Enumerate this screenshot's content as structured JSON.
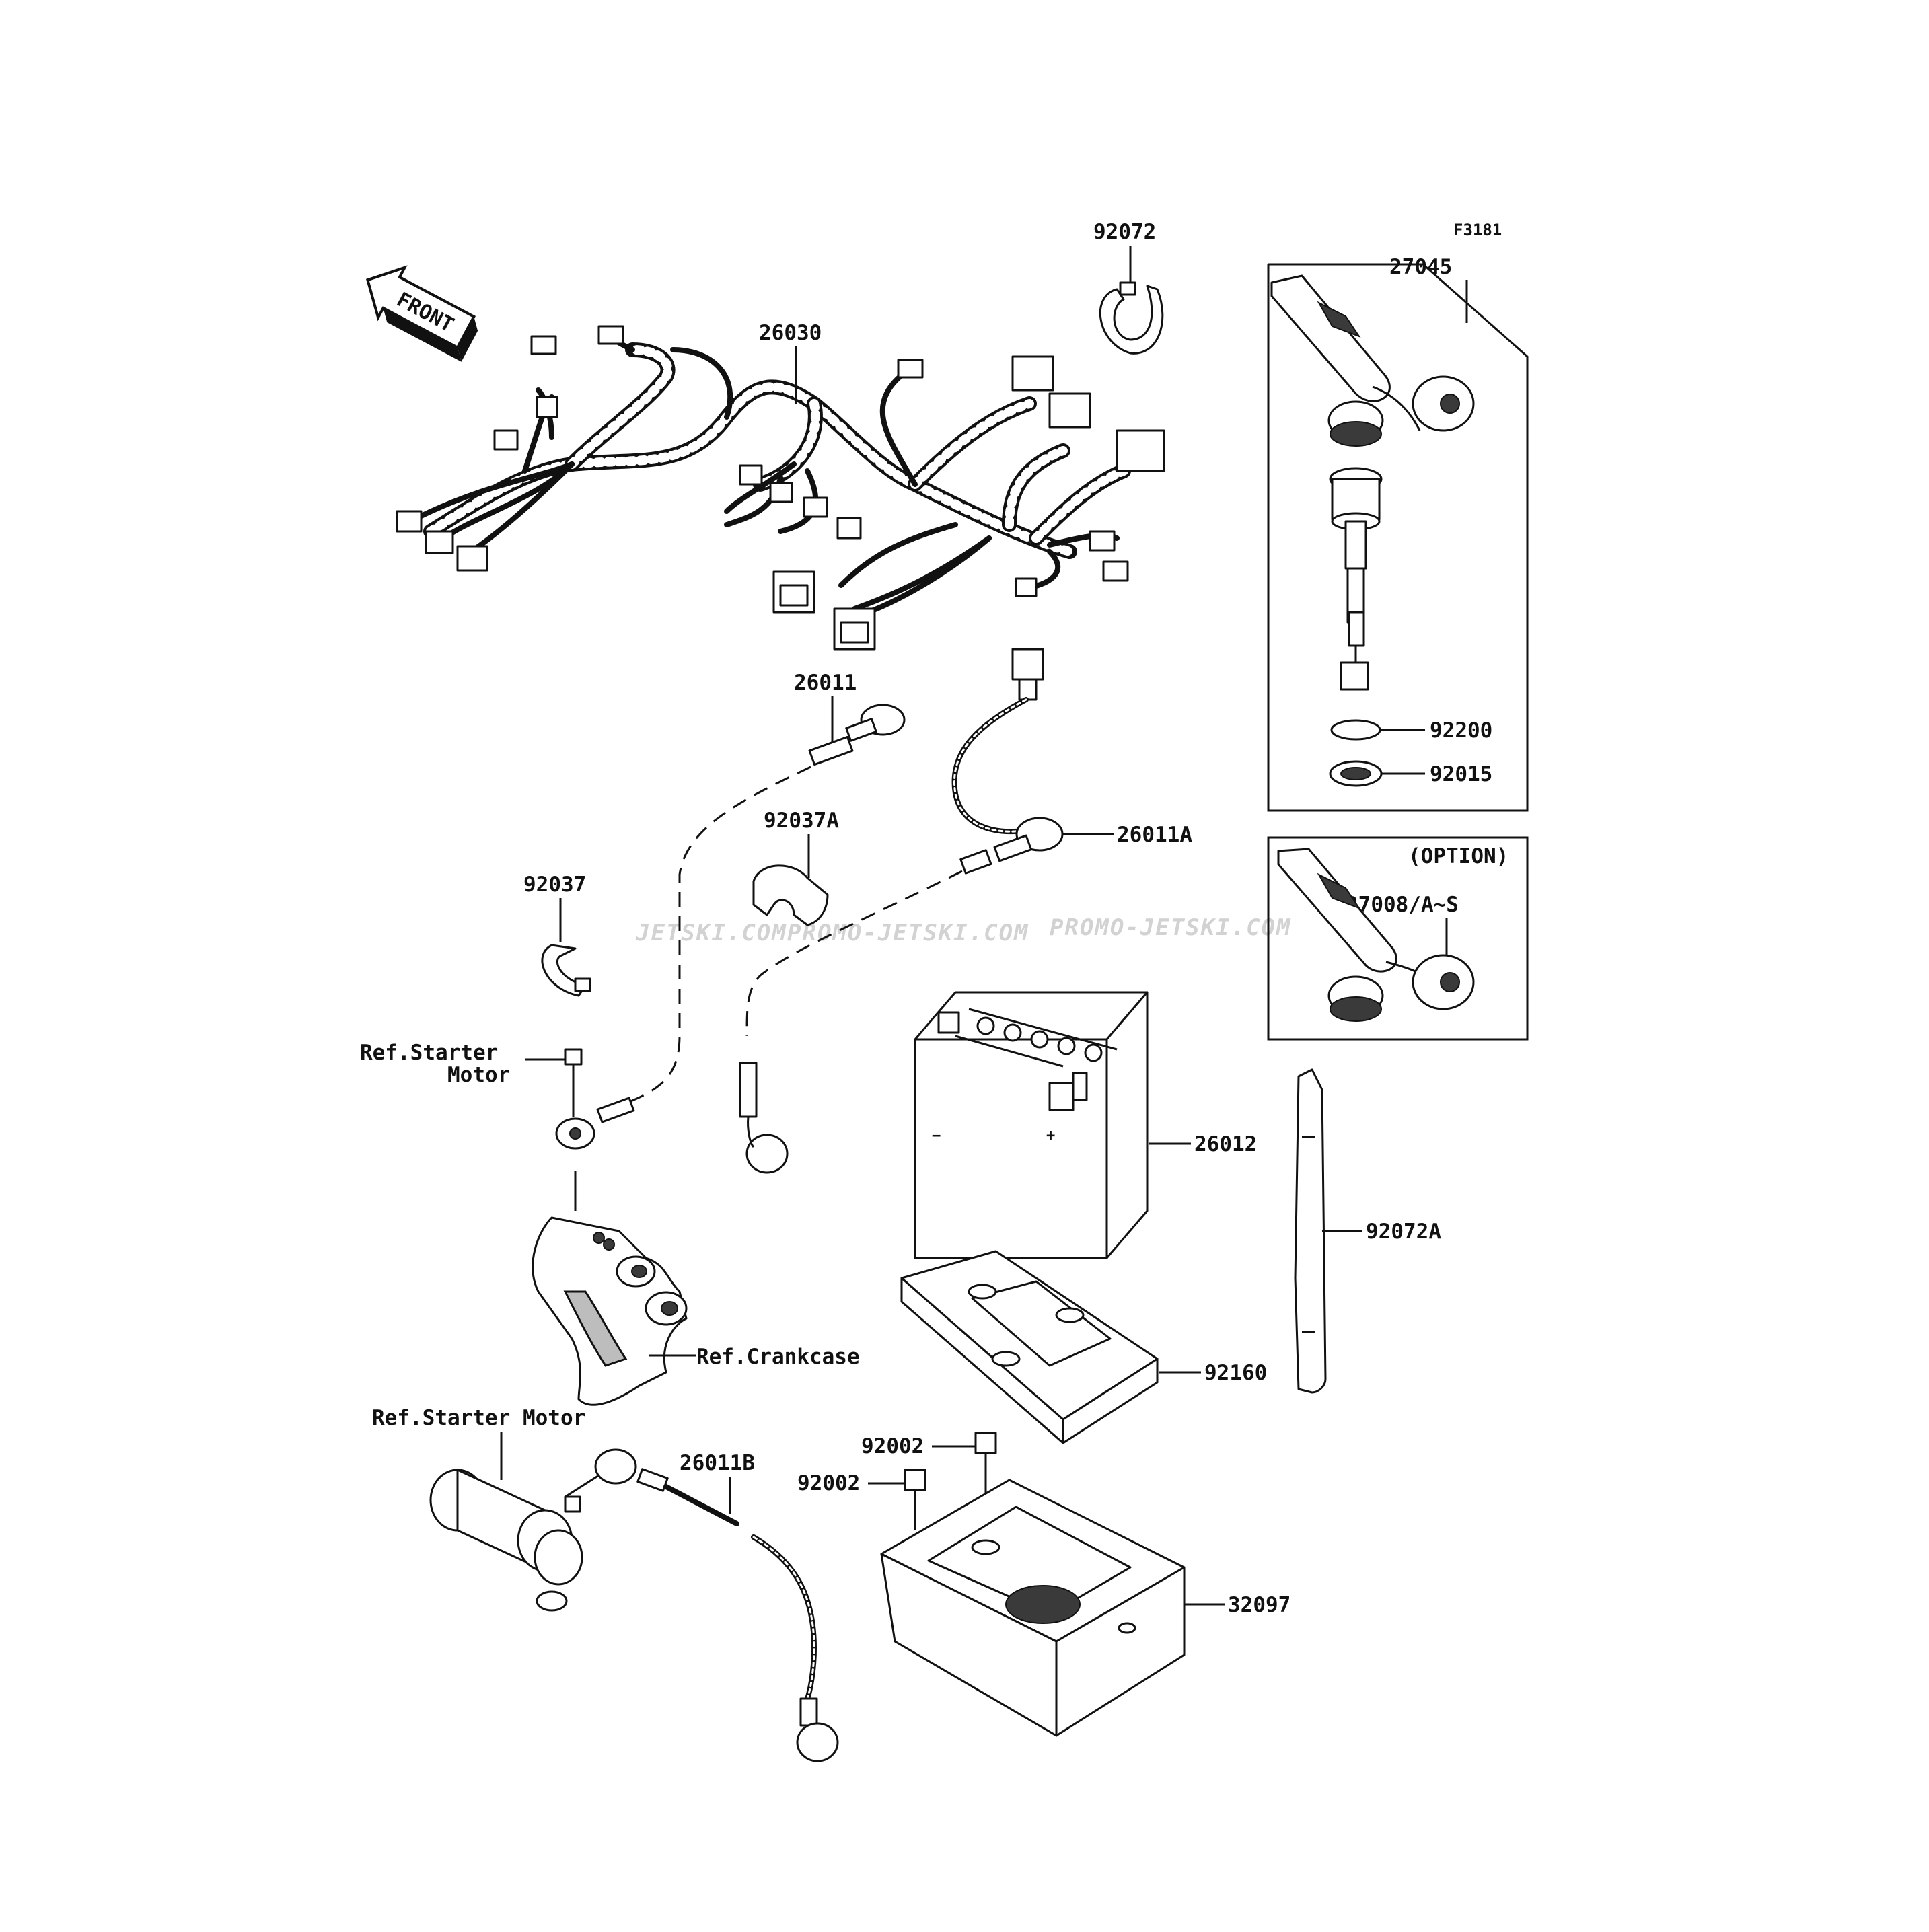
{
  "figure_id": "F3181",
  "front_label": "FRONT",
  "watermark": {
    "line1": "JETSKI.COM",
    "line2": "PROMO-JETSKI.COM",
    "line3": "PROMO-JETSKI.COM"
  },
  "option_label": "(OPTION)",
  "parts": {
    "p92072": "92072",
    "p26030": "26030",
    "p27045": "27045",
    "p26011": "26011",
    "p92037A": "92037A",
    "p26011A": "26011A",
    "p92037": "92037",
    "p92200": "92200",
    "p92015": "92015",
    "p27008": "27008/A~S",
    "p26012": "26012",
    "p92072A": "92072A",
    "p92160": "92160",
    "p92002a": "92002",
    "p92002b": "92002",
    "p26011B": "26011B",
    "p32097": "32097"
  },
  "refs": {
    "starter_motor_top_line1": "Ref.Starter",
    "starter_motor_top_line2": "Motor",
    "crankcase": "Ref.Crankcase",
    "starter_motor_bottom": "Ref.Starter Motor"
  }
}
